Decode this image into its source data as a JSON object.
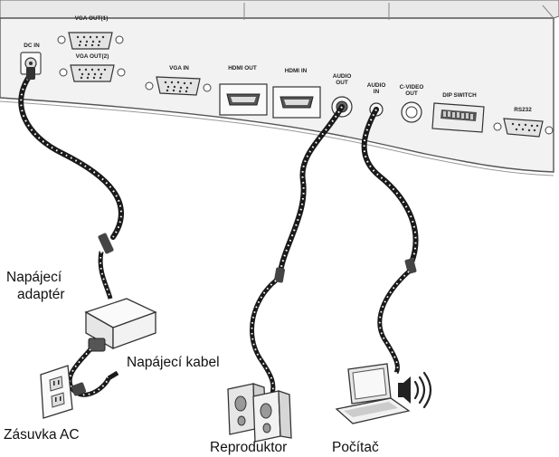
{
  "colors": {
    "panel_fill": "#f1f1f1",
    "panel_edge": "#555555",
    "cable_dark": "#1a1a1a",
    "cable_light": "#ffffff",
    "text": "#111111"
  },
  "ports": {
    "dc_in": "DC IN",
    "vga_out_1": "VGA OUT(1)",
    "vga_out_2": "VGA OUT(2)",
    "vga_in": "VGA IN",
    "hdmi_out": "HDMI OUT",
    "hdmi_in": "HDMI IN",
    "audio_out_1": "AUDIO",
    "audio_out_2": "OUT",
    "audio_in_1": "AUDIO",
    "audio_in_2": "IN",
    "c_video_out_1": "C-VIDEO",
    "c_video_out_2": "OUT",
    "dip_switch": "DIP SWITCH",
    "rs232": "RS232"
  },
  "callouts": {
    "adapter_line1": "Napájecí",
    "adapter_line2": "adaptér",
    "power_cable": "Napájecí kabel",
    "ac_outlet": "Zásuvka AC",
    "speaker": "Reproduktor",
    "computer": "Počítač"
  },
  "icons": {
    "power_adapter": "power-adapter-icon",
    "power_plug": "power-plug-icon",
    "wall_outlet": "wall-outlet-icon",
    "speakers": "speakers-icon",
    "laptop": "laptop-icon",
    "sound_waves": "sound-waves-icon"
  }
}
